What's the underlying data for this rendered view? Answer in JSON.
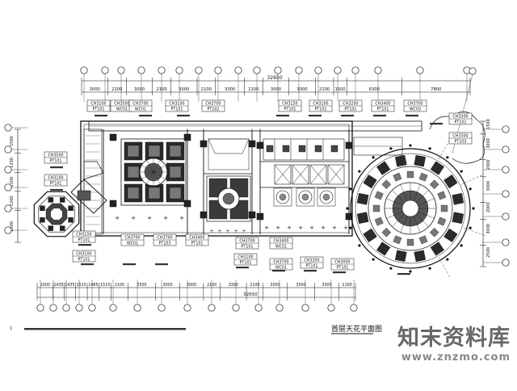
{
  "drawing": {
    "top_total_dim": "32650",
    "top_dims": [
      "3000",
      "2100",
      "3000",
      "2100",
      "3000",
      "2100",
      "3300",
      "2100",
      "3000",
      "3000",
      "2100",
      "1500",
      "6300",
      "7800"
    ],
    "bottom_dims": [
      "2000",
      "1435",
      "1435",
      "1515",
      "1485",
      "1515",
      "2100",
      "3500",
      "3000",
      "3000",
      "2100",
      "3300",
      "2100",
      "3000",
      "3500",
      "3000",
      "2100"
    ],
    "bottom_total_dim": "32650",
    "right_dims": [
      "1500",
      "3000",
      "2000",
      "3000",
      "2000",
      "3000",
      "2500"
    ],
    "left_dims": [
      "1500",
      "1200",
      "1200",
      "1200",
      "2000"
    ],
    "tags": [
      [
        "CH3100",
        "PT101"
      ],
      [
        "CH3500",
        "WC01"
      ],
      [
        "CH3700",
        "WC01"
      ],
      [
        "CH3100",
        "PT101"
      ],
      [
        "CH3700",
        "PT102"
      ],
      [
        "CH3150",
        "PT101"
      ],
      [
        "CH3100",
        "PT101"
      ],
      [
        "CH3200",
        "PT101"
      ],
      [
        "CH3400",
        "PT101"
      ],
      [
        "CH3700",
        "WC03"
      ],
      [
        "CH3500",
        "PT101"
      ],
      [
        "CH3100",
        "PT101"
      ],
      [
        "CH3150",
        "PT101"
      ],
      [
        "CH3100",
        "PT101"
      ],
      [
        "CH3700",
        "WC01"
      ],
      [
        "CH3700",
        "PT103"
      ],
      [
        "CH3400",
        "PT101"
      ],
      [
        "CH3700",
        "PT101"
      ],
      [
        "CH3100",
        "PT101"
      ],
      [
        "CH3400",
        "WC01"
      ],
      [
        "CH3700",
        "WC01"
      ],
      [
        "CH3300",
        "PT101"
      ],
      [
        "CH3000",
        "PT101"
      ],
      [
        "CH3300",
        "PT101"
      ],
      [
        "CH3300",
        "PT103"
      ]
    ],
    "title_text": "首层天花平面图"
  },
  "watermark": {
    "brand": "知末资料库",
    "url": "www.znzmo.com"
  }
}
